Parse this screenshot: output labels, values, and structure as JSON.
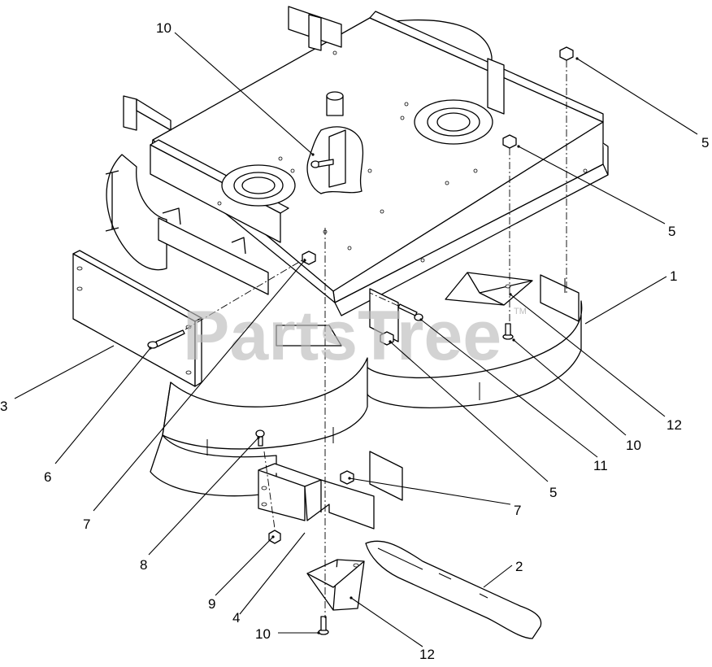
{
  "watermark": {
    "text": "PartsTree",
    "trademark": "TM"
  },
  "callouts": [
    {
      "id": "c10-top",
      "label": "10"
    },
    {
      "id": "c5-a",
      "label": "5"
    },
    {
      "id": "c5-b",
      "label": "5"
    },
    {
      "id": "c1",
      "label": "1"
    },
    {
      "id": "c3",
      "label": "3"
    },
    {
      "id": "c6",
      "label": "6"
    },
    {
      "id": "c7-left",
      "label": "7"
    },
    {
      "id": "c5-c",
      "label": "5"
    },
    {
      "id": "c11",
      "label": "11"
    },
    {
      "id": "c10-mid",
      "label": "10"
    },
    {
      "id": "c12-right",
      "label": "12"
    },
    {
      "id": "c7-right",
      "label": "7"
    },
    {
      "id": "c8",
      "label": "8"
    },
    {
      "id": "c9",
      "label": "9"
    },
    {
      "id": "c4",
      "label": "4"
    },
    {
      "id": "c2",
      "label": "2"
    },
    {
      "id": "c10-bottom",
      "label": "10"
    },
    {
      "id": "c12-bottom",
      "label": "12"
    }
  ]
}
